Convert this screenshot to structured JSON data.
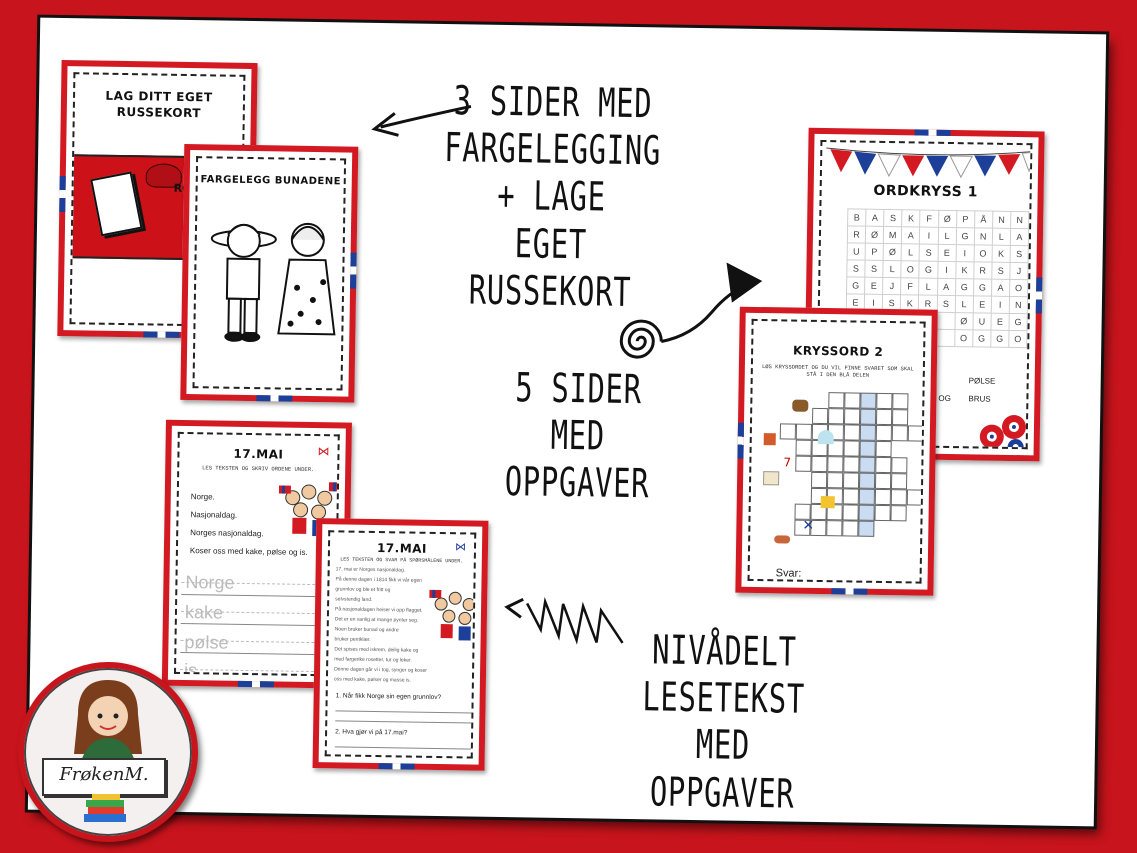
{
  "annotations": {
    "colouring": [
      "3 SIDER MED",
      "FARGELEGGING + LAGE",
      "EGET RUSSEKORT"
    ],
    "tasks": [
      "5 SIDER MED",
      "OPPGAVER"
    ],
    "reading": [
      "NIVÅDELT",
      "LESETEKST MED",
      "OPPGAVER"
    ]
  },
  "cards": {
    "russekort": {
      "title_line1": "LAG DITT EGET",
      "title_line2": "RUSSEKORT",
      "partial_logo": "RO"
    },
    "bunad": {
      "title": "FARGELEGG BUNADENE"
    },
    "ordkryss": {
      "title": "ORDKRYSS 1",
      "grid": [
        [
          "B",
          "A",
          "S",
          "K",
          "F",
          "Ø",
          "P",
          "Å",
          "N",
          "N"
        ],
        [
          "R",
          "Ø",
          "M",
          "A",
          "I",
          "L",
          "G",
          "N",
          "L",
          "A"
        ],
        [
          "U",
          "P",
          "Ø",
          "L",
          "S",
          "E",
          "I",
          "O",
          "K",
          "S"
        ],
        [
          "S",
          "S",
          "L",
          "O",
          "G",
          "I",
          "K",
          "R",
          "S",
          "J"
        ],
        [
          "G",
          "E",
          "J",
          "F",
          "L",
          "A",
          "G",
          "G",
          "A",
          "O"
        ],
        [
          "E",
          "I",
          "S",
          "K",
          "R",
          "S",
          "L",
          "E",
          "I",
          "N"
        ],
        [
          "",
          "",
          "",
          "",
          "",
          "",
          "Ø",
          "U",
          "E",
          "G"
        ],
        [
          "",
          "",
          "",
          "",
          "",
          "",
          "O",
          "G",
          "G",
          "O"
        ]
      ],
      "words_visible": [
        "PØLSE",
        "BRUS",
        "OG"
      ]
    },
    "kryssord": {
      "title": "KRYSSORD 2",
      "subtitle": "LØS KRYSSORDET OG DU VIL FINNE SVARET SOM SKAL STÅ I DEN BLÅ DELEN",
      "answer_label": "Svar:"
    },
    "mai1": {
      "title": "17.MAI",
      "subtitle": "LES TEKSTEN OG SKRIV ORDENE UNDER.",
      "lines": [
        "Norge.",
        "Nasjonaldag.",
        "Norges nasjonaldag.",
        "Koser oss med kake, pølse og is."
      ],
      "practice": [
        "Norge",
        "kake",
        "pølse",
        "is"
      ]
    },
    "mai2": {
      "title": "17.MAI",
      "subtitle": "LES TEKSTEN OG SVAR PÅ SPØRSMÅLENE UNDER.",
      "text_lines": [
        "17. mai er Norges nasjonaldag.",
        "På denne dagen i 1814 fikk vi vår egen",
        "grunnlov og ble et fritt og",
        "selvstendig land.",
        "På nasjonaldagen heiser vi opp flagget.",
        "Det er en vanlig at mange pynter seg.",
        "Noen bruker bunad og andre",
        "bruker pentklær.",
        "Det spises med iskrem, deilig kake og",
        "med fargerike rosetter, tur og leker.",
        "Denne dagen går vi i tog, synger og koser",
        "oss med kake, pølser og masse is."
      ],
      "question1": "1. Når fikk Norge sin egen grunnlov?",
      "question2": "2. Hva gjør vi på 17.mai?"
    }
  },
  "logo": {
    "text": "FrøkenM."
  },
  "colors": {
    "frame": "#c8141c",
    "card_border": "#d31a22",
    "norway_blue": "#1c3f99",
    "kryssord_blue": "#c9dcf2"
  },
  "icons": [
    "arrow-left-icon",
    "spiral-arrow-icon",
    "zigzag-arrow-icon",
    "bunting-flags-icon",
    "flowers-icon",
    "bow-icon",
    "children-flags-icon",
    "bunad-children-icon",
    "teacher-avatar-icon",
    "books-icon"
  ]
}
